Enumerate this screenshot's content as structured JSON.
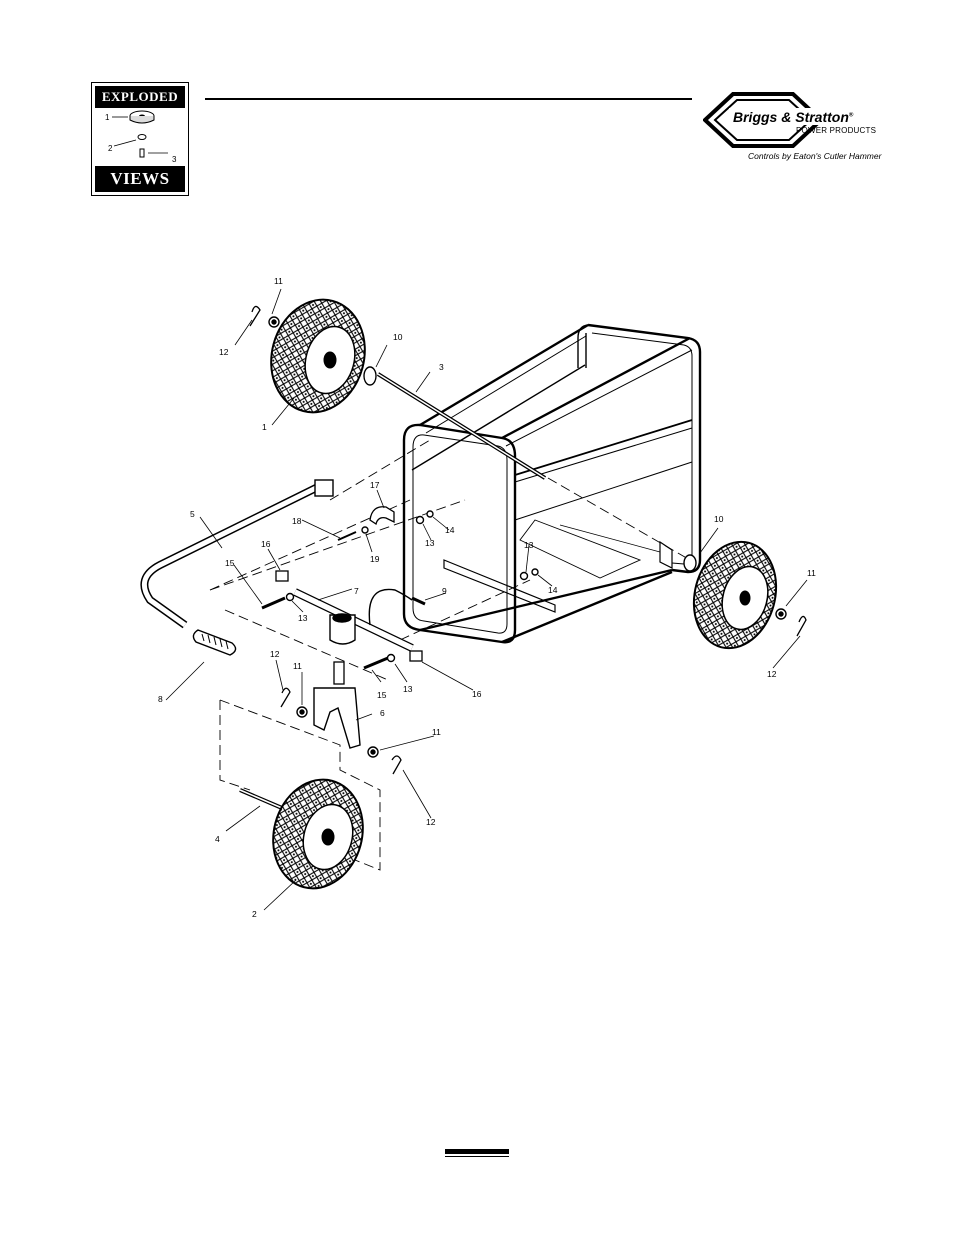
{
  "badge": {
    "top_text": "EXPLODED",
    "bottom_text": "VIEWS",
    "mini_labels": [
      "1",
      "2",
      "3"
    ]
  },
  "brand": {
    "name": "Briggs & Stratton",
    "trademark": "®",
    "division": "POWER PRODUCTS",
    "caption": "Controls by Eaton's Cutler Hammer"
  },
  "diagram": {
    "part_labels": [
      "1",
      "2",
      "3",
      "4",
      "5",
      "6",
      "7",
      "8",
      "9",
      "10",
      "11",
      "12",
      "13",
      "14",
      "15",
      "16",
      "17",
      "18",
      "19"
    ]
  }
}
